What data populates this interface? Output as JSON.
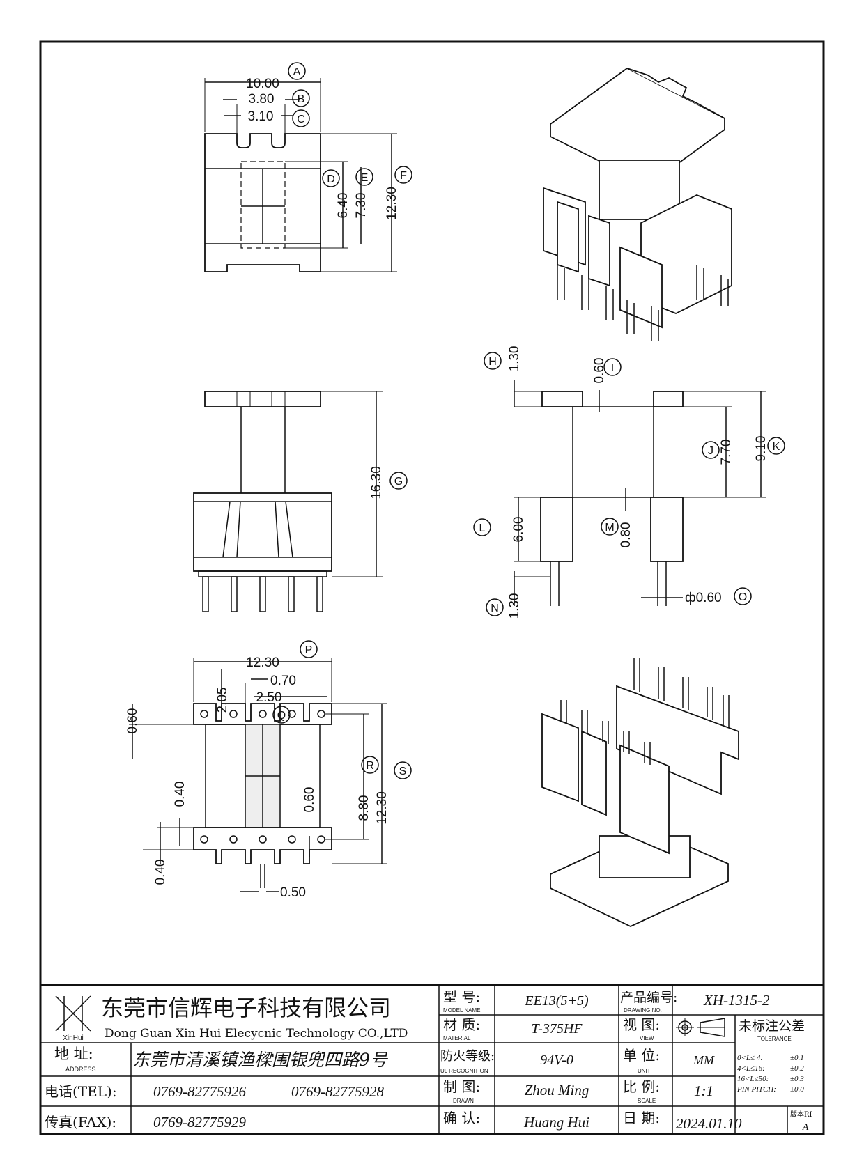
{
  "dimensions": {
    "A": "10.00",
    "B": "3.80",
    "C": "3.10",
    "D": "6.40",
    "E": "7.30",
    "F": "12.30",
    "G": "16.30",
    "H": "1.30",
    "I": "0.60",
    "J": "7.70",
    "K": "9.10",
    "L": "6.00",
    "M": "0.80",
    "N": "1.30",
    "O": "ф0.60",
    "P": "12.30",
    "Q_a": "2.05",
    "Q_b": "0.70",
    "Q_c": "2.50",
    "R": "8.80",
    "S": "12.30",
    "T1": "0.60",
    "T2": "0.40",
    "T3": "0.60",
    "T4": "0.40",
    "T5": "0.50"
  },
  "balloons": {
    "A": "A",
    "B": "B",
    "C": "C",
    "D": "D",
    "E": "E",
    "F": "F",
    "G": "G",
    "H": "H",
    "I": "I",
    "J": "J",
    "K": "K",
    "L": "L",
    "M": "M",
    "N": "N",
    "O": "O",
    "P": "P",
    "Q": "Q",
    "R": "R",
    "S": "S"
  },
  "title_block": {
    "company_cn": "东莞市信辉电子科技有限公司",
    "company_en": "Dong Guan Xin Hui Elecycnic Technology CO.,LTD",
    "logo_text": "XinHui",
    "address_label": "地 址:",
    "address_label_en": "ADDRESS",
    "address": "东莞市清溪镇渔樑围银兜四路9号",
    "tel_label": "电话(TEL):",
    "tel1": "0769-82775926",
    "tel2": "0769-82775928",
    "fax_label": "传真(FAX):",
    "fax": "0769-82775929",
    "model_label": "型 号:",
    "model_label_en": "MODEL NAME",
    "model": "EE13(5+5)",
    "material_label": "材 质:",
    "material_label_en": "MATERIAL",
    "material": "T-375HF",
    "ul_label": "防火等级:",
    "ul_label_en": "UL RECOGNITION",
    "ul": "94V-0",
    "drawn_label": "制 图:",
    "drawn_label_en": "DRAWN",
    "drawn": "Zhou Ming",
    "check_label": "确 认:",
    "check": "Huang Hui",
    "drawing_no_label": "产品编号:",
    "drawing_no_label_en": "DRAWING NO.",
    "drawing_no": "XH-1315-2",
    "view_label": "视 图:",
    "view_label_en": "VIEW",
    "unit_label": "单 位:",
    "unit_label_en": "UNIT",
    "unit": "MM",
    "scale_label": "比 例:",
    "scale_label_en": "SCALE",
    "scale": "1:1",
    "date_label": "日 期:",
    "date": "2024.01.10",
    "tolerance_label": "未标注公差",
    "tolerance_label_en": "TOLERANCE",
    "tol1_range": "0<L≤ 4:",
    "tol1": "±0.1",
    "tol2_range": "4<L≤16:",
    "tol2": "±0.2",
    "tol3_range": "16<L≤50:",
    "tol3": "±0.3",
    "tol4_range": "PIN PITCH:",
    "tol4": "±0.0",
    "version_label": "版本RI",
    "version": "A"
  }
}
